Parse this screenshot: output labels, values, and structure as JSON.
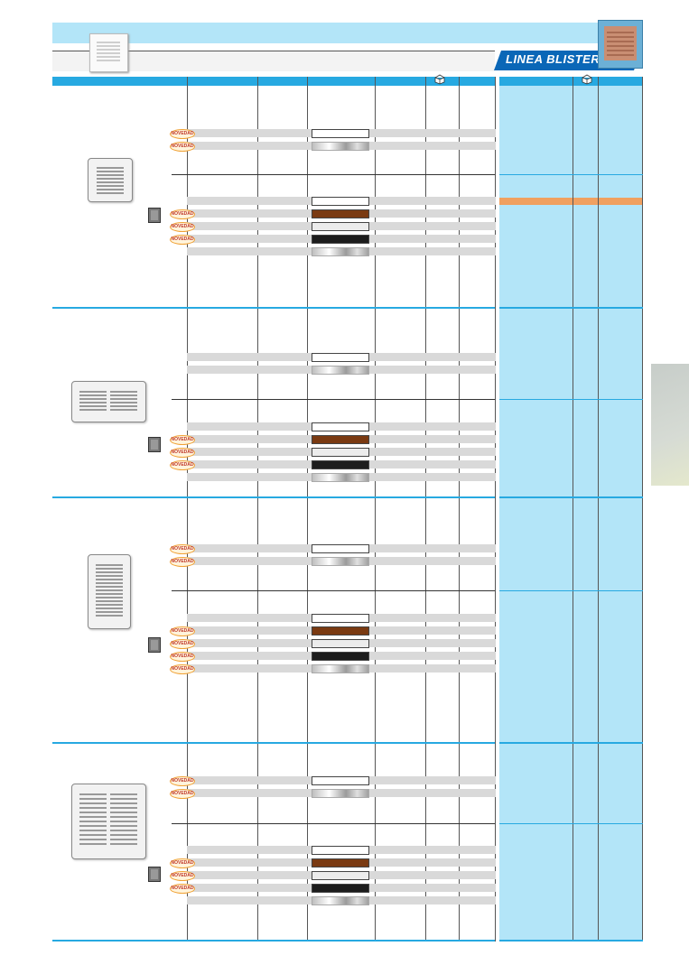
{
  "header": {
    "banner_title": "",
    "subtitle": "",
    "blister_label": "LINEA BLISTER"
  },
  "icons": {
    "package_icon": "package-box-icon",
    "new_badge_text": "NOVEDAD"
  },
  "colors": {
    "accent_blue": "#27a9e1",
    "panel_light_blue": "#b3e5f8",
    "blister_blue": "#0a67b7",
    "badge_orange": "#f0a236",
    "highlight_orange": "#f0a060"
  },
  "sections": [
    {
      "product": "grille-small-single",
      "groups": [
        {
          "rows": [
            {
              "new": true,
              "finish": "white"
            },
            {
              "new": true,
              "finish": "silver"
            }
          ]
        },
        {
          "rows": [
            {
              "new": false,
              "finish": "white"
            },
            {
              "new": true,
              "finish": "brown"
            },
            {
              "new": true,
              "finish": "light"
            },
            {
              "new": true,
              "finish": "black"
            },
            {
              "new": false,
              "finish": "silver"
            }
          ]
        }
      ]
    },
    {
      "product": "grille-wide-double",
      "groups": [
        {
          "rows": [
            {
              "new": false,
              "finish": "white"
            },
            {
              "new": false,
              "finish": "silver"
            }
          ]
        },
        {
          "rows": [
            {
              "new": false,
              "finish": "white"
            },
            {
              "new": true,
              "finish": "brown"
            },
            {
              "new": true,
              "finish": "light"
            },
            {
              "new": true,
              "finish": "black"
            },
            {
              "new": false,
              "finish": "silver"
            }
          ]
        }
      ]
    },
    {
      "product": "grille-tall-single",
      "groups": [
        {
          "rows": [
            {
              "new": true,
              "finish": "white"
            },
            {
              "new": true,
              "finish": "silver"
            }
          ]
        },
        {
          "rows": [
            {
              "new": false,
              "finish": "white"
            },
            {
              "new": true,
              "finish": "brown"
            },
            {
              "new": true,
              "finish": "light"
            },
            {
              "new": true,
              "finish": "black"
            },
            {
              "new": true,
              "finish": "silver"
            }
          ]
        }
      ]
    },
    {
      "product": "grille-large-double",
      "groups": [
        {
          "rows": [
            {
              "new": true,
              "finish": "white"
            },
            {
              "new": true,
              "finish": "silver"
            }
          ]
        },
        {
          "rows": [
            {
              "new": false,
              "finish": "white"
            },
            {
              "new": true,
              "finish": "brown"
            },
            {
              "new": true,
              "finish": "light"
            },
            {
              "new": true,
              "finish": "black"
            },
            {
              "new": false,
              "finish": "silver"
            }
          ]
        }
      ]
    }
  ]
}
